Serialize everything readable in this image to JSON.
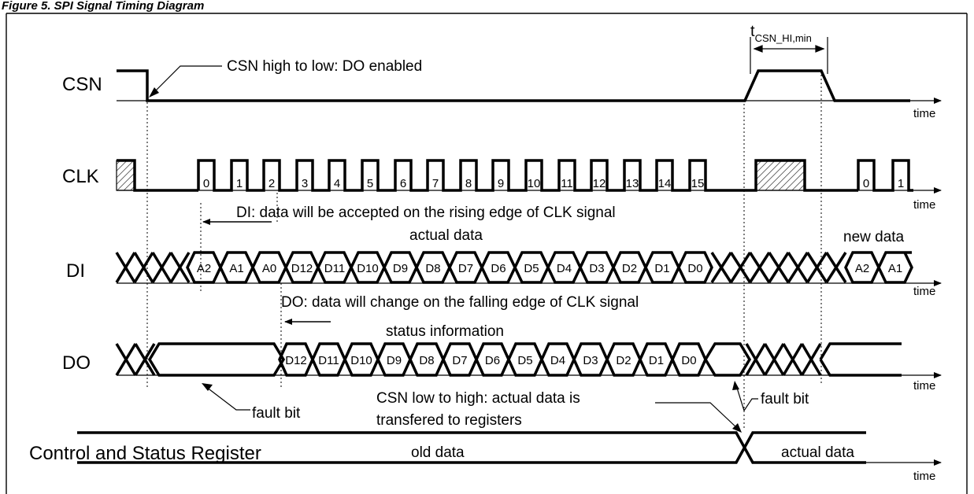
{
  "heading": "Figure 5. SPI Signal Timing Diagram",
  "signals": {
    "csn": "CSN",
    "clk": "CLK",
    "di": "DI",
    "do": "DO",
    "register": "Control and Status Register"
  },
  "time_axis": "time",
  "parameter": {
    "t": "t",
    "sub": "CSN_HI,min"
  },
  "clk_pulses_frame1": [
    "0",
    "1",
    "2",
    "3",
    "4",
    "5",
    "6",
    "7",
    "8",
    "9",
    "10",
    "11",
    "12",
    "13",
    "14",
    "15"
  ],
  "clk_pulses_frame2": [
    "0",
    "1"
  ],
  "di_cells": [
    "A2",
    "A1",
    "A0",
    "D12",
    "D11",
    "D10",
    "D9",
    "D8",
    "D7",
    "D6",
    "D5",
    "D4",
    "D3",
    "D2",
    "D1",
    "D0"
  ],
  "di_new_cells": [
    "A2",
    "A1"
  ],
  "do_cells": [
    "D12",
    "D11",
    "D10",
    "D9",
    "D8",
    "D7",
    "D6",
    "D5",
    "D4",
    "D3",
    "D2",
    "D1",
    "D0"
  ],
  "annotations": {
    "csn_enable": "CSN high to low: DO enabled",
    "di_edge": "DI: data will be accepted on the rising edge of CLK signal",
    "actual_data": "actual data",
    "new_data": "new data",
    "do_edge": "DO: data will change on the falling edge of CLK signal",
    "status_info": "status information",
    "fault_bit": "fault bit",
    "transfer_line1": "CSN low to high: actual data is",
    "transfer_line2": "transfered to registers",
    "old_data": "old data",
    "reg_actual_data": "actual data"
  }
}
